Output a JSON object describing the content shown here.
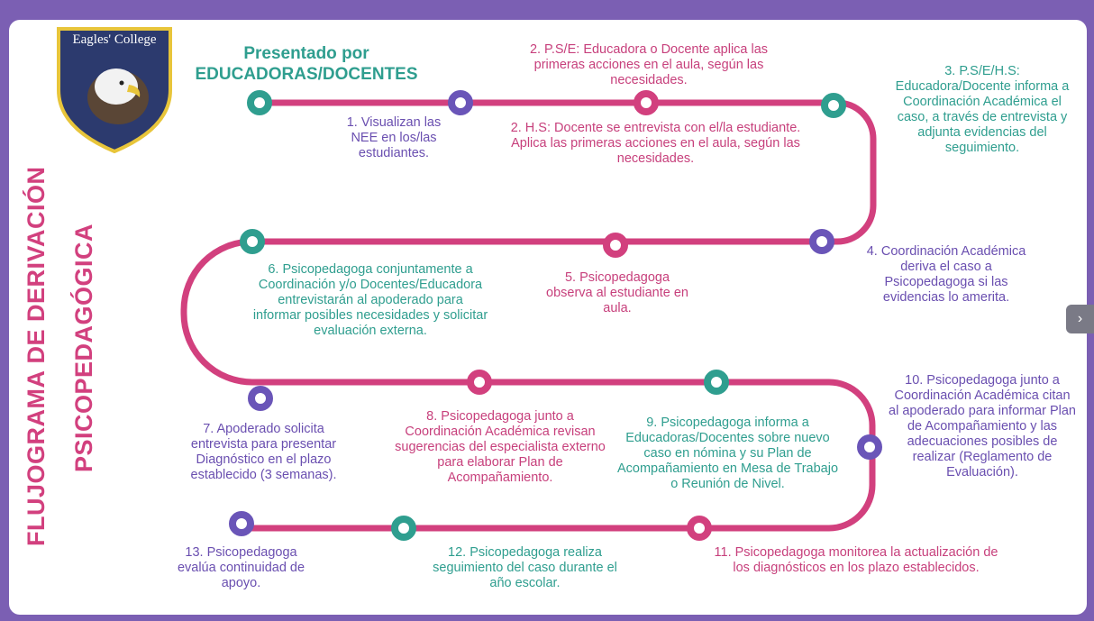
{
  "logo": {
    "text": "Eagles' College",
    "colors": {
      "shield": "#2c3a6e",
      "border": "#e8c53a"
    }
  },
  "title": {
    "line1": "FLUJOGRAMA DE DERIVACIÓN",
    "line2": "PSICOPEDAGÓGICA"
  },
  "presenter": {
    "line1": "Presentado por",
    "line2": "EDUCADORAS/DOCENTES"
  },
  "colors": {
    "teal": "#2f9e8f",
    "purple": "#6a55b8",
    "pink": "#d2407e",
    "frame": "#7b5fb3"
  },
  "steps": {
    "s1": "1. Visualizan las NEE en los/las estudiantes.",
    "s2a": "2. P.S/E: Educadora o Docente aplica las primeras acciones en el aula, según las necesidades.",
    "s2b": "2. H.S: Docente se entrevista con el/la estudiante. Aplica las primeras acciones en el aula, según las necesidades.",
    "s3": "3. P.S/E/H.S: Educadora/Docente informa a Coordinación Académica el caso, a través de entrevista y adjunta evidencias del seguimiento.",
    "s4": "4. Coordinación Académica deriva el caso a Psicopedagoga si las evidencias lo amerita.",
    "s5": "5. Psicopedagoga observa al estudiante en aula.",
    "s6": "6. Psicopedagoga conjuntamente a Coordinación y/o Docentes/Educadora entrevistarán al apoderado para informar posibles necesidades y solicitar evaluación externa.",
    "s7": "7. Apoderado solicita entrevista para presentar Diagnóstico en el plazo establecido (3 semanas).",
    "s8": "8. Psicopedagoga junto a Coordinación Académica revisan sugerencias del especialista externo para elaborar Plan de Acompañamiento.",
    "s9": "9. Psicopedagoga informa a Educadoras/Docentes sobre nuevo caso en nómina y su Plan de Acompañamiento en Mesa de Trabajo o Reunión de Nivel.",
    "s10": "10. Psicopedagoga junto a Coordinación Académica citan al apoderado para informar Plan de Acompañamiento y las adecuaciones posibles de realizar (Reglamento de Evaluación).",
    "s11": "11. Psicopedagoga monitorea la actualización de los diagnósticos en los plazo establecidos.",
    "s12": "12. Psicopedagoga realiza seguimiento del caso durante el año escolar.",
    "s13": "13. Psicopedagoga evalúa continuidad de apoyo."
  },
  "nav": {
    "next_icon": "chevron-right-icon",
    "next_glyph": "›"
  }
}
